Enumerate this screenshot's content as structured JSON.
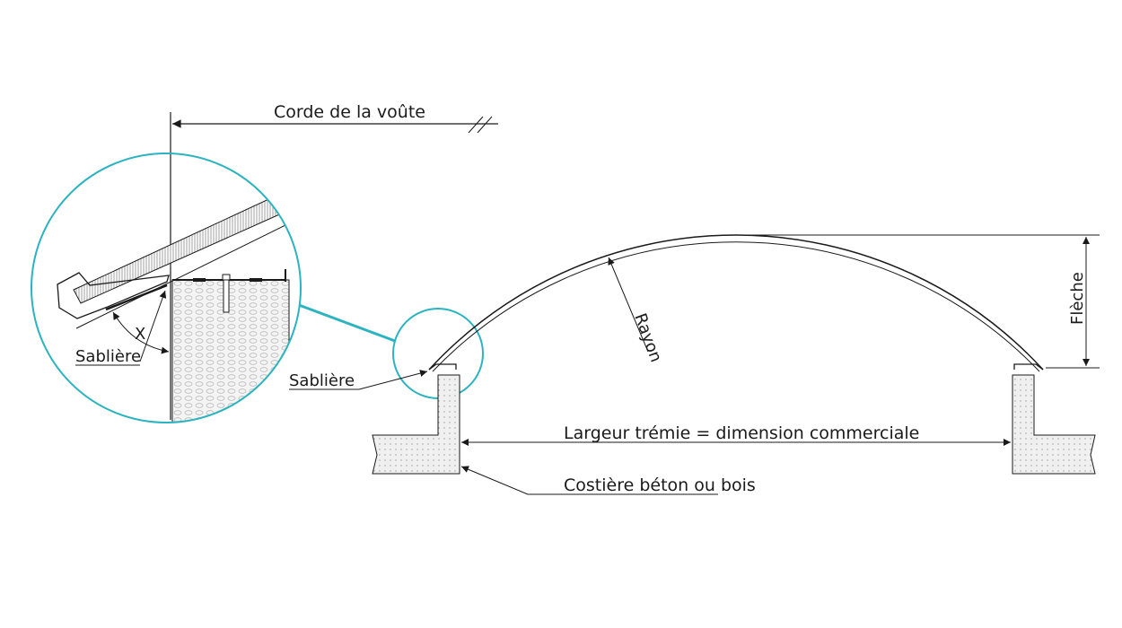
{
  "labels": {
    "chord": "Corde de la voûte",
    "detail_sabliere": "Sablière",
    "detail_angle": "X",
    "sabliere": "Sablière",
    "rayon": "Rayon",
    "fleche": "Flèche",
    "largeur": "Largeur trémie = dimension commerciale",
    "costiere": "Costière béton ou bois"
  },
  "colors": {
    "accent": "#2bb3c0",
    "line": "#1a1a1a",
    "fill": "#ececec"
  }
}
